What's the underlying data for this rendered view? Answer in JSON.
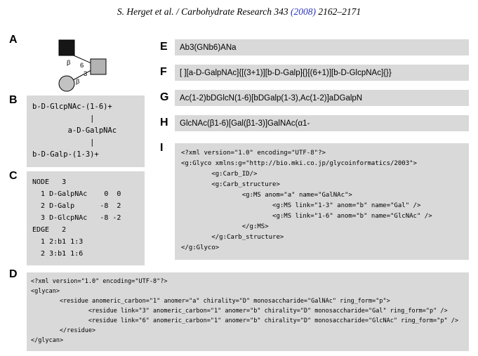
{
  "header": {
    "prefix": "S. Herget et al. / Carbohydrate Research 343 ",
    "year": "(2008)",
    "suffix": " 2162–2171"
  },
  "panels": {
    "a": {
      "label": "A",
      "linkage_top_anomer": "β",
      "linkage_top_position": "6",
      "linkage_bottom_anomer": "β",
      "linkage_bottom_position": "3",
      "symbols": {
        "black_square": "GlcNAc",
        "gray_square": "GalNAc",
        "gray_circle": "Gal"
      }
    },
    "b": {
      "label": "B",
      "lines": [
        "b-D-GlcpNAc-(1-6)+",
        "             |",
        "        a-D-GalpNAc",
        "             |",
        "b-D-Galp-(1-3)+"
      ]
    },
    "c": {
      "label": "C",
      "lines": [
        "NODE   3",
        "  1 D-GalpNAc    0  0",
        "  2 D-Galp      -8  2",
        "  3 D-GlcpNAc   -8 -2",
        "EDGE   2",
        "  1 2:b1 1:3",
        "  2 3:b1 1:6"
      ]
    },
    "d": {
      "label": "D",
      "lines": [
        "<?xml version=\"1.0\" encoding=\"UTF-8\"?>",
        "<glycan>",
        "        <residue anomeric_carbon=\"1\" anomer=\"a\" chirality=\"D\" monosaccharide=\"GalNAc\" ring_form=\"p\">",
        "                <residue link=\"3\" anomeric_carbon=\"1\" anomer=\"b\" chirality=\"D\" monosaccharide=\"Gal\" ring_form=\"p\" />",
        "                <residue link=\"6\" anomeric_carbon=\"1\" anomer=\"b\" chirality=\"D\" monosaccharide=\"GlcNAc\" ring_form=\"p\" />",
        "        </residue>",
        "</glycan>"
      ]
    },
    "e": {
      "label": "E",
      "text": "Ab3(GNb6)ANa"
    },
    "f": {
      "label": "F",
      "text": "[ ][a-D-GalpNAc]{[(3+1)][b-D-Galp]{}[(6+1)][b-D-GlcpNAc]{}}"
    },
    "g": {
      "label": "G",
      "text": "Ac(1-2)bDGlcN(1-6)[bDGalp(1-3),Ac(1-2)]aDGalpN"
    },
    "h": {
      "label": "H",
      "text": "GlcNAc(β1-6)[Gal(β1-3)]GalNAc(α1-"
    },
    "i": {
      "label": "I",
      "lines": [
        "<?xml version=\"1.0\" encoding=\"UTF-8\"?>",
        "<g:Glyco xmlns:g=\"http://bio.mki.co.jp/glycoinformatics/2003\">",
        "        <g:Carb_ID/>",
        "        <g:Carb_structure>",
        "                <g:MS anom=\"a\" name=\"GalNAc\">",
        "                        <g:MS link=\"1-3\" anom=\"b\" name=\"Gal\" />",
        "                        <g:MS link=\"1-6\" anom=\"b\" name=\"GlcNAc\" />",
        "                </g:MS>",
        "        </g:Carb_structure>",
        "</g:Glyco>"
      ]
    }
  },
  "colors": {
    "panel_bg": "#d9d9d9",
    "symbol_black": "#161616",
    "symbol_gray": "#b3b3b3",
    "symbol_circle": "#c2c2c2",
    "year_link": "#2a35b8"
  }
}
